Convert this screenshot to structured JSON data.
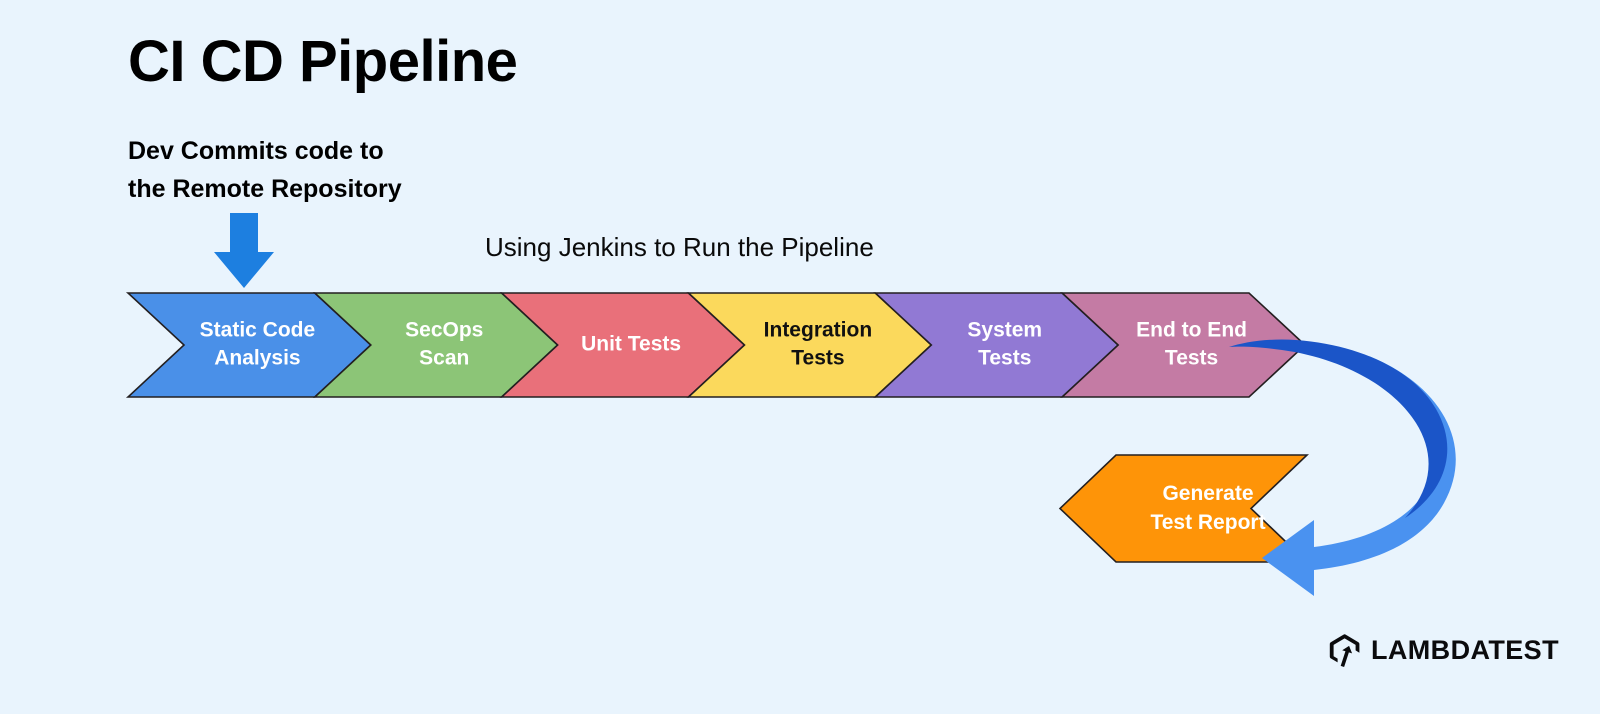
{
  "page": {
    "title": "CI CD Pipeline",
    "background_color": "#e9f4fd",
    "commit_note": "Dev Commits code to\nthe Remote Repository",
    "jenkins_note": "Using Jenkins to Run the Pipeline"
  },
  "pipeline": {
    "stages": [
      {
        "label_line1": "Static Code",
        "label_line2": "Analysis",
        "color": "#4a90e8",
        "text_color": "#ffffff"
      },
      {
        "label_line1": "SecOps",
        "label_line2": "Scan",
        "color": "#8cc577",
        "text_color": "#ffffff"
      },
      {
        "label_line1": "Unit Tests",
        "label_line2": "",
        "color": "#e9707a",
        "text_color": "#ffffff"
      },
      {
        "label_line1": "Integration",
        "label_line2": "Tests",
        "color": "#fbd95c",
        "text_color": "#111111"
      },
      {
        "label_line1": "System",
        "label_line2": "Tests",
        "color": "#9179d4",
        "text_color": "#ffffff"
      },
      {
        "label_line1": "End to End",
        "label_line2": "Tests",
        "color": "#c47ba4",
        "text_color": "#ffffff"
      }
    ]
  },
  "report": {
    "label_line1": "Generate",
    "label_line2": "Test Report",
    "color": "#fe9408",
    "text_color": "#ffffff"
  },
  "arrows": {
    "commit_arrow_color": "#1d7fe0",
    "feedback_arrow_color_dark": "#1b55c8",
    "feedback_arrow_color_light": "#4a92f0"
  },
  "logo": {
    "text": "LAMBDATEST",
    "icon": "lambdatest-hexagon-arrow-icon",
    "color": "#0b0b0d"
  },
  "chart_data": {
    "type": "diagram",
    "title": "CI CD Pipeline",
    "nodes": [
      "Static Code Analysis",
      "SecOps Scan",
      "Unit Tests",
      "Integration Tests",
      "System Tests",
      "End to End Tests",
      "Generate Test Report"
    ],
    "annotations": [
      "Dev Commits code to the Remote Repository",
      "Using Jenkins to Run the Pipeline"
    ]
  }
}
